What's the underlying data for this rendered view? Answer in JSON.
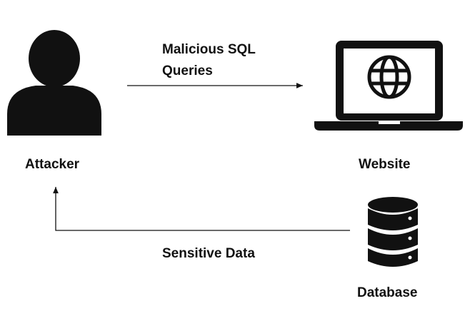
{
  "nodes": {
    "attacker": {
      "label": "Attacker",
      "icon": "person-icon"
    },
    "website": {
      "label": "Website",
      "icon": "laptop-globe-icon"
    },
    "database": {
      "label": "Database",
      "icon": "database-icon"
    }
  },
  "edges": {
    "queries": {
      "label_line1": "Malicious SQL",
      "label_line2": "Queries",
      "from": "attacker",
      "to": "website"
    },
    "data": {
      "label": "Sensitive Data",
      "from": "database",
      "to": "attacker"
    }
  },
  "colors": {
    "stroke": "#111111",
    "background": "#ffffff"
  }
}
